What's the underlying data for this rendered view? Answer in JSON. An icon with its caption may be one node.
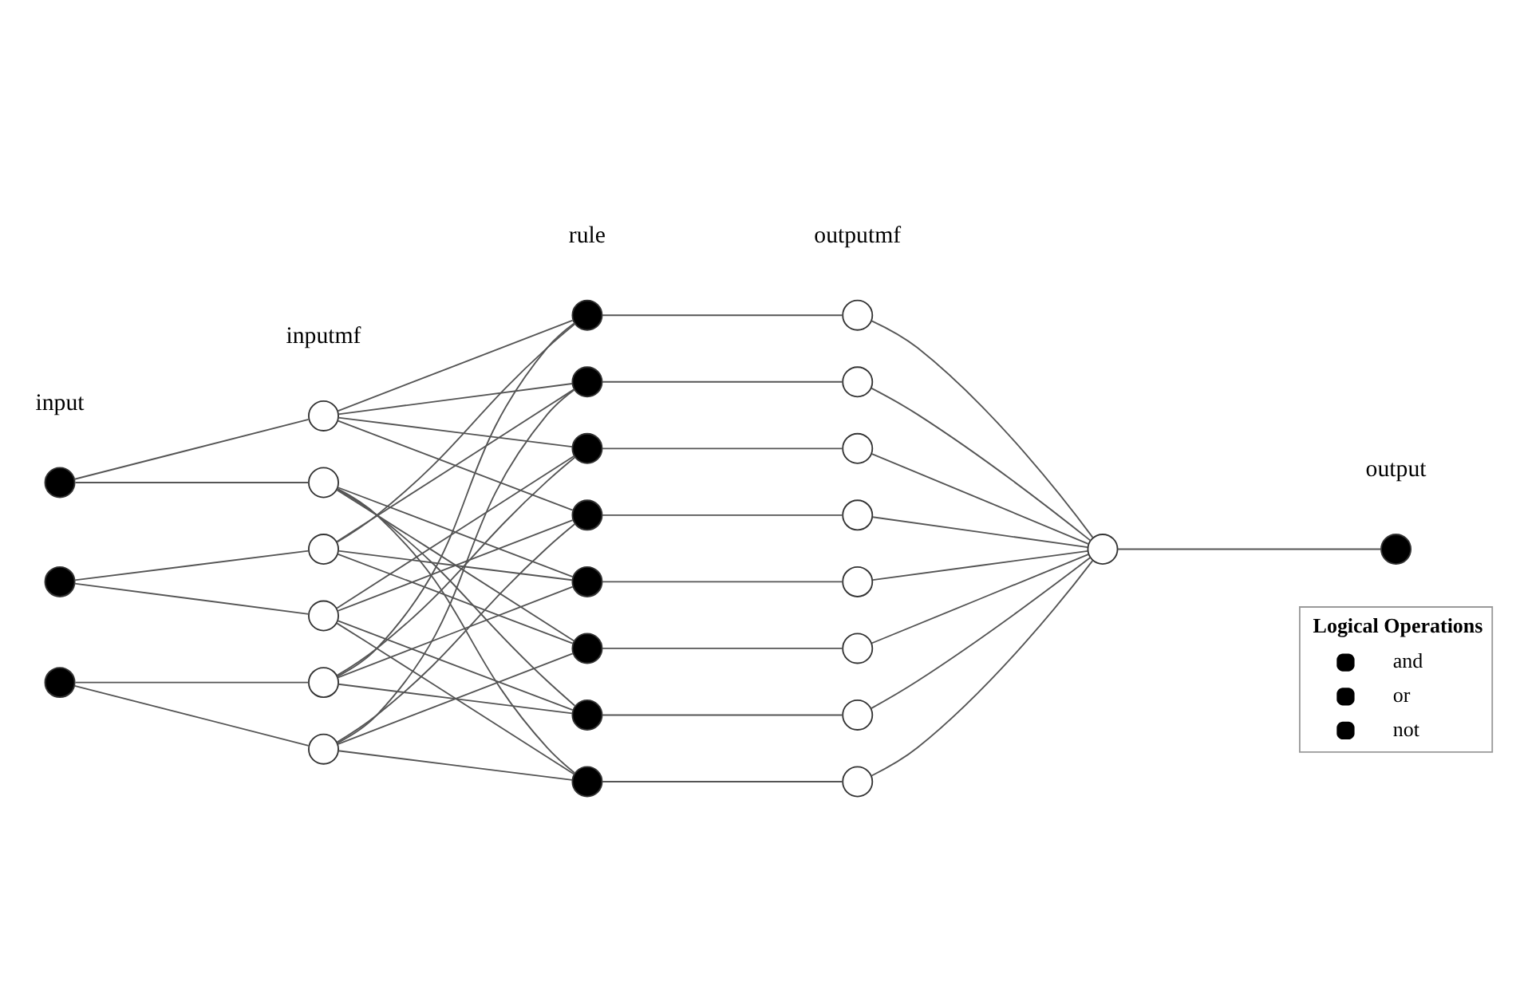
{
  "diagram": {
    "nodes": [
      {
        "text": [],
        "shape": "circle"
      },
      {
        "text": [],
        "shape": "circle"
      },
      {
        "text": [],
        "shape": "circle"
      },
      {
        "text": [],
        "shape": "circle"
      },
      {
        "text": [],
        "shape": "circle"
      },
      {
        "text": [],
        "shape": "circle"
      },
      {
        "text": [],
        "shape": "circle"
      },
      {
        "text": [],
        "shape": "circle"
      },
      {
        "text": [],
        "shape": "circle"
      },
      {
        "text": [],
        "shape": "circle"
      },
      {
        "text": [],
        "shape": "circle"
      },
      {
        "text": [],
        "shape": "circle"
      },
      {
        "text": [],
        "shape": "circle"
      },
      {
        "text": [],
        "shape": "circle"
      },
      {
        "text": [],
        "shape": "circle"
      },
      {
        "text": [],
        "shape": "circle"
      },
      {
        "text": [],
        "shape": "circle"
      },
      {
        "text": [],
        "shape": "circle"
      },
      {
        "text": [],
        "shape": "circle"
      },
      {
        "text": [],
        "shape": "circle"
      },
      {
        "text": [],
        "shape": "circle"
      },
      {
        "text": [],
        "shape": "circle"
      },
      {
        "text": [],
        "shape": "circle"
      },
      {
        "text": [],
        "shape": "circle"
      },
      {
        "text": [],
        "shape": "circle"
      },
      {
        "text": [],
        "shape": "circle"
      },
      {
        "text": [],
        "shape": "circle"
      }
    ],
    "edges": [
      {
        "from": 0,
        "to": 3,
        "arrow": "none"
      },
      {
        "from": 0,
        "to": 4,
        "arrow": "none"
      },
      {
        "from": 1,
        "to": 5,
        "arrow": "none"
      },
      {
        "from": 1,
        "to": 6,
        "arrow": "none"
      },
      {
        "from": 2,
        "to": 7,
        "arrow": "none"
      },
      {
        "from": 2,
        "to": 8,
        "arrow": "none"
      },
      {
        "from": 3,
        "to": 9,
        "arrow": "none"
      },
      {
        "from": 3,
        "to": 10,
        "arrow": "none"
      },
      {
        "from": 3,
        "to": 11,
        "arrow": "none"
      },
      {
        "from": 3,
        "to": 12,
        "arrow": "none"
      },
      {
        "from": 4,
        "to": 13,
        "arrow": "none"
      },
      {
        "from": 4,
        "to": 14,
        "arrow": "none"
      },
      {
        "from": 4,
        "to": 15,
        "arrow": "none"
      },
      {
        "from": 4,
        "to": 16,
        "arrow": "none"
      },
      {
        "from": 5,
        "to": 9,
        "arrow": "none"
      },
      {
        "from": 5,
        "to": 10,
        "arrow": "none"
      },
      {
        "from": 5,
        "to": 13,
        "arrow": "none"
      },
      {
        "from": 5,
        "to": 14,
        "arrow": "none"
      },
      {
        "from": 6,
        "to": 11,
        "arrow": "none"
      },
      {
        "from": 6,
        "to": 12,
        "arrow": "none"
      },
      {
        "from": 6,
        "to": 15,
        "arrow": "none"
      },
      {
        "from": 6,
        "to": 16,
        "arrow": "none"
      },
      {
        "from": 7,
        "to": 9,
        "arrow": "none"
      },
      {
        "from": 7,
        "to": 11,
        "arrow": "none"
      },
      {
        "from": 7,
        "to": 13,
        "arrow": "none"
      },
      {
        "from": 7,
        "to": 15,
        "arrow": "none"
      },
      {
        "from": 8,
        "to": 10,
        "arrow": "none"
      },
      {
        "from": 8,
        "to": 12,
        "arrow": "none"
      },
      {
        "from": 8,
        "to": 14,
        "arrow": "none"
      },
      {
        "from": 8,
        "to": 16,
        "arrow": "none"
      },
      {
        "from": 9,
        "to": 17,
        "arrow": "none"
      },
      {
        "from": 10,
        "to": 18,
        "arrow": "none"
      },
      {
        "from": 11,
        "to": 19,
        "arrow": "none"
      },
      {
        "from": 12,
        "to": 20,
        "arrow": "none"
      },
      {
        "from": 13,
        "to": 21,
        "arrow": "none"
      },
      {
        "from": 14,
        "to": 22,
        "arrow": "none"
      },
      {
        "from": 15,
        "to": 23,
        "arrow": "none"
      },
      {
        "from": 16,
        "to": 24,
        "arrow": "none"
      },
      {
        "from": 17,
        "to": 25,
        "arrow": "none"
      },
      {
        "from": 18,
        "to": 25,
        "arrow": "none"
      },
      {
        "from": 19,
        "to": 25,
        "arrow": "none"
      },
      {
        "from": 20,
        "to": 25,
        "arrow": "none"
      },
      {
        "from": 21,
        "to": 25,
        "arrow": "none"
      },
      {
        "from": 22,
        "to": 25,
        "arrow": "none"
      },
      {
        "from": 23,
        "to": 25,
        "arrow": "none"
      },
      {
        "from": 24,
        "to": 25,
        "arrow": "none"
      },
      {
        "from": 25,
        "to": 26,
        "arrow": "none"
      }
    ],
    "labels": [
      "input",
      "inputmf",
      "rule",
      "outputmf",
      "output",
      "Logical Operations"
    ],
    "legend": [
      {
        "text": "and"
      },
      {
        "text": "or"
      },
      {
        "text": "not"
      }
    ]
  }
}
